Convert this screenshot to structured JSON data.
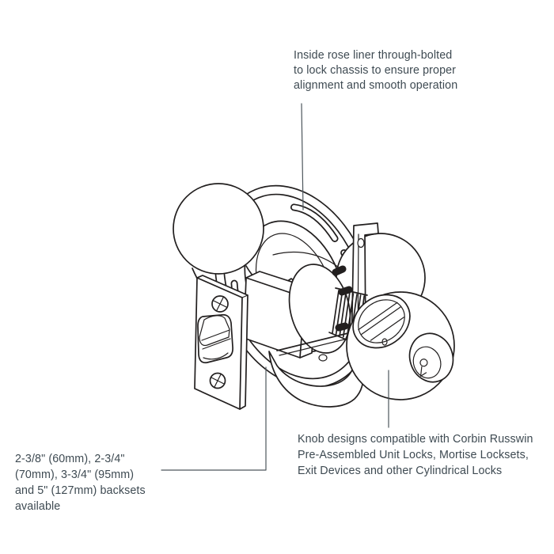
{
  "page": {
    "background": "#ffffff",
    "description_colors": {
      "drawing_line": "#221f1f",
      "callout_line": "#4d565c",
      "annotation_text": "#3e4a52"
    }
  },
  "annotations": {
    "rose_liner": {
      "lines": [
        "Inside rose liner through-bolted",
        "to lock chassis to ensure proper",
        "alignment and smooth operation"
      ]
    },
    "backsets": {
      "lines": [
        "2-3/8\" (60mm), 2-3/4\"",
        "(70mm), 3-3/4\" (95mm)",
        "and 5\" (127mm) backsets",
        "available"
      ]
    },
    "knob_designs": {
      "lines": [
        "Knob designs compatible with Corbin Russwin",
        "Pre-Assembled Unit Locks, Mortise Locksets,",
        "Exit Devices and other Cylindrical Locks"
      ]
    }
  }
}
